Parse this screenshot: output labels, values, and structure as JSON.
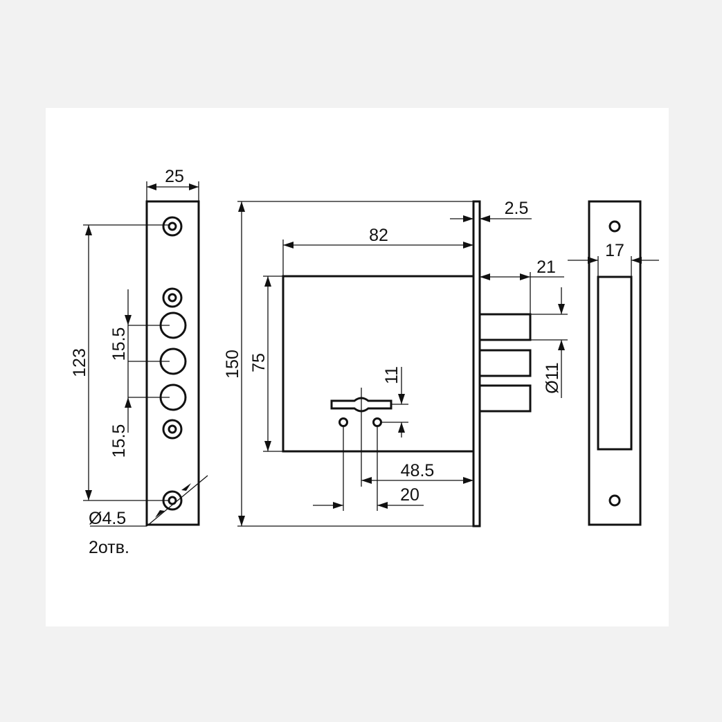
{
  "drawing": {
    "colors": {
      "background": "#f2f2f2",
      "sheet": "#ffffff",
      "lines": "#111111"
    },
    "faceplate": {
      "width_label": "25",
      "hole_spacing_label": "123",
      "upper_pitch_label": "15.5",
      "lower_pitch_label": "15.5",
      "hole_diameter_label": "Ø4.5",
      "hole_count_label": "2отв."
    },
    "lock_body": {
      "overall_height_label": "150",
      "case_height_label": "75",
      "case_depth_label": "82",
      "plate_thickness_label": "2.5",
      "bolt_throw_label": "21",
      "bolt_diameter_label": "Ø11",
      "keyhole_height_label": "11",
      "backset_label": "48.5",
      "pin_spacing_label": "20"
    },
    "strike_plate": {
      "width_label": "17"
    }
  }
}
